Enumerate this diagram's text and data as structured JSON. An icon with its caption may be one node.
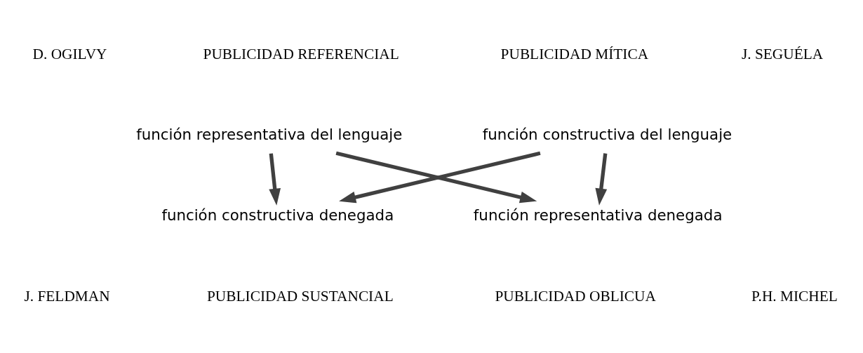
{
  "diagram": {
    "nodes": [
      {
        "text": [
          "función representativa del lenguaje"
        ]
      },
      {
        "text": [
          "función constructiva denegada"
        ]
      },
      {
        "text": [
          "función constructiva del lenguaje"
        ]
      },
      {
        "text": [
          "función representativa denegada"
        ]
      }
    ],
    "edges": [
      {
        "from": 0,
        "to": 1,
        "arrow": "to"
      },
      {
        "from": 2,
        "to": 3,
        "arrow": "to"
      },
      {
        "from": 2,
        "to": 1,
        "arrow": "to"
      },
      {
        "from": 0,
        "to": 3,
        "arrow": "to"
      }
    ],
    "labels": [
      "D. OGILVY",
      "J. SEGUÉLA",
      "PUBLICIDAD REFERENCIAL",
      "PUBLICIDAD MÍTICA",
      "PUBLICIDAD SUSTANCIAL",
      "PUBLICIDAD OBLICUA",
      "J. FELDMAN",
      "P.H. MICHEL"
    ]
  }
}
